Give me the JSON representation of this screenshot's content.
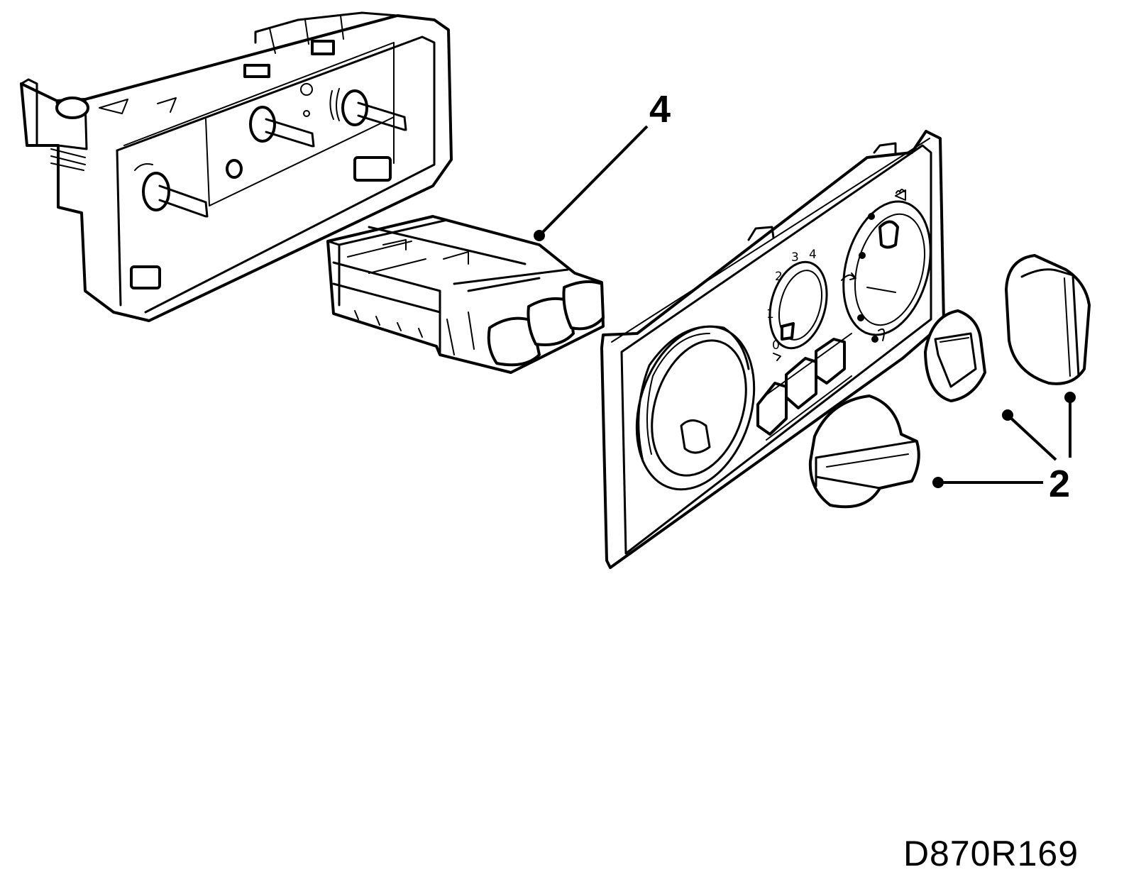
{
  "callouts": {
    "label_4": "4",
    "label_2": "2"
  },
  "fan_scale": {
    "s0": "0",
    "s1": "1",
    "s2": "2",
    "s3": "3",
    "s4": "4"
  },
  "reference_code": "D870R169",
  "icons": [
    "rear-housing-part",
    "switch-module-part",
    "front-panel-part",
    "control-knob",
    "defrost-icon",
    "recirculation-icon"
  ],
  "colors": {
    "line": "#000000",
    "background": "#ffffff"
  }
}
